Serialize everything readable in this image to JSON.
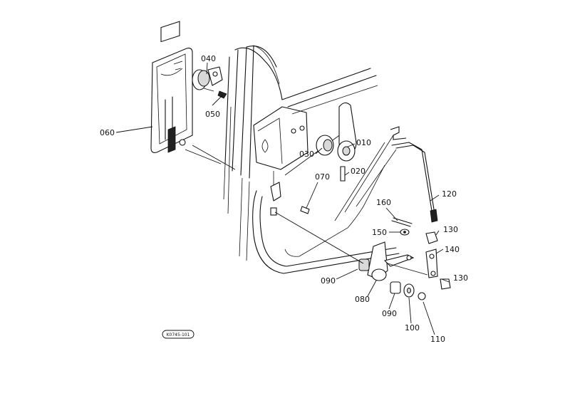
{
  "part_labels": {
    "p010": "010",
    "p020": "020",
    "p030": "030",
    "p040": "040",
    "p050": "050",
    "p060": "060",
    "p070": "070",
    "p080": "080",
    "p090a": "090",
    "p090b": "090",
    "p100": "100",
    "p110": "110",
    "p120": "120",
    "p130a": "130",
    "p130b": "130",
    "p140": "140",
    "p150": "150",
    "p160": "160"
  },
  "stamp": "K0745-101"
}
